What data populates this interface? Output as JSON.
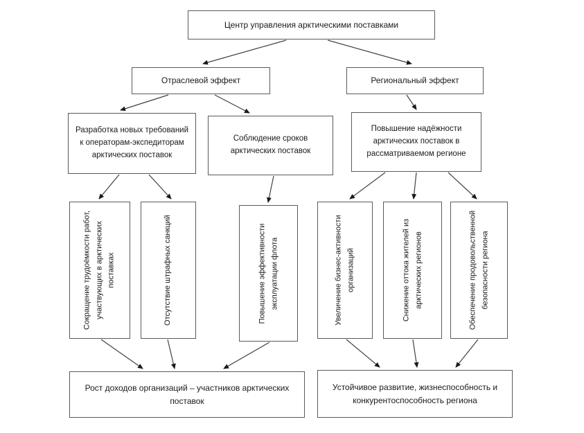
{
  "diagram": {
    "title": "Центр управления арктическими поставками",
    "root": {
      "label": "Центр управления арктическими поставками"
    },
    "branches": {
      "industry": {
        "label": "Отраслевой эффект"
      },
      "regional": {
        "label": "Региональный эффект"
      }
    },
    "level3": {
      "requirements": {
        "label": "Разработка новых требований к операторам-экспедиторам арктических поставок"
      },
      "deadlines": {
        "label": "Соблюдение сроков арктических поставок"
      },
      "reliability": {
        "label": "Повышение надёжности арктических поставок в рассматриваемом регионе"
      }
    },
    "outcomes": {
      "labor": {
        "label": "Сокращение трудоёмкости работ, участвующих в арктических поставках"
      },
      "penalties": {
        "label": "Отсутствие штрафных санкций"
      },
      "fleet": {
        "label": "Повышение эффективности эксплуатации флота"
      },
      "business": {
        "label": "Увеличение бизнес-активности организаций"
      },
      "outflow": {
        "label": "Снижение оттока жителей из арктических регионов"
      },
      "food": {
        "label": "Обеспечение продовольственной безопасности региона"
      }
    },
    "results": {
      "income": {
        "label": "Рост доходов организаций – участников арктических поставок"
      },
      "sustainability": {
        "label": "Устойчивое развитие, жизнеспособность и конкурентоспособность региона"
      }
    },
    "edges": [
      {
        "from": "root",
        "to": "industry"
      },
      {
        "from": "root",
        "to": "regional"
      },
      {
        "from": "industry",
        "to": "requirements"
      },
      {
        "from": "industry",
        "to": "deadlines"
      },
      {
        "from": "regional",
        "to": "reliability"
      },
      {
        "from": "requirements",
        "to": "labor"
      },
      {
        "from": "requirements",
        "to": "penalties"
      },
      {
        "from": "deadlines",
        "to": "fleet"
      },
      {
        "from": "reliability",
        "to": "business"
      },
      {
        "from": "reliability",
        "to": "outflow"
      },
      {
        "from": "reliability",
        "to": "food"
      },
      {
        "from": "labor",
        "to": "income"
      },
      {
        "from": "penalties",
        "to": "income"
      },
      {
        "from": "fleet",
        "to": "income"
      },
      {
        "from": "business",
        "to": "sustainability"
      },
      {
        "from": "outflow",
        "to": "sustainability"
      },
      {
        "from": "food",
        "to": "sustainability"
      }
    ],
    "colors": {
      "border": "#595959",
      "line": "#404040",
      "text": "#1a1a1a",
      "background": "#ffffff"
    }
  }
}
